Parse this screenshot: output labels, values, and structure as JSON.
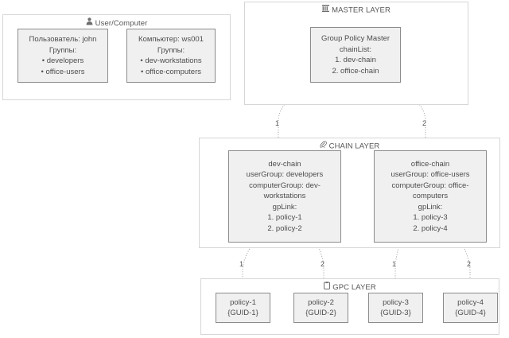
{
  "diagram": {
    "type": "layered-flow-diagram",
    "background": "#ffffff",
    "node_fill": "#f0f0f0",
    "node_border": "#8c8c8c",
    "cluster_border": "#d6d6d6",
    "edge_color": "#999999",
    "text_color": "#4d4d4d"
  },
  "clusters": {
    "user_computer": {
      "title": "User/Computer",
      "icon": "person-icon"
    },
    "master": {
      "title": "MASTER LAYER",
      "icon": "bank-icon"
    },
    "chain": {
      "title": "CHAIN LAYER",
      "icon": "paperclip-icon"
    },
    "gpc": {
      "title": "GPC LAYER",
      "icon": "clipboard-icon"
    }
  },
  "nodes": {
    "user": {
      "title": "Пользователь: john",
      "groups_label": "Группы:",
      "items": [
        "• developers",
        "• office-users"
      ]
    },
    "computer": {
      "title": "Компьютер: ws001",
      "groups_label": "Группы:",
      "items": [
        "• dev-workstations",
        "• office-computers"
      ]
    },
    "master": {
      "title": "Group Policy Master",
      "list_label": "chainList:",
      "items": [
        "1. dev-chain",
        "2. office-chain"
      ]
    },
    "dev_chain": {
      "title": "dev-chain",
      "user_group": "userGroup: developers",
      "computer_group": "computerGroup: dev-workstations",
      "gplink_label": "gpLink:",
      "items": [
        "1. policy-1",
        "2. policy-2"
      ]
    },
    "office_chain": {
      "title": "office-chain",
      "user_group": "userGroup: office-users",
      "computer_group": "computerGroup: office-computers",
      "gplink_label": "gpLink:",
      "items": [
        "1. policy-3",
        "2. policy-4"
      ]
    },
    "policy_1": {
      "name": "policy-1",
      "guid": "{GUID-1}"
    },
    "policy_2": {
      "name": "policy-2",
      "guid": "{GUID-2}"
    },
    "policy_3": {
      "name": "policy-3",
      "guid": "{GUID-3}"
    },
    "policy_4": {
      "name": "policy-4",
      "guid": "{GUID-4}"
    }
  },
  "edge_labels": {
    "master_to_dev": "1",
    "master_to_office": "2",
    "dev_to_policy1": "1",
    "dev_to_policy2": "2",
    "office_to_policy3": "1",
    "office_to_policy4": "2"
  }
}
